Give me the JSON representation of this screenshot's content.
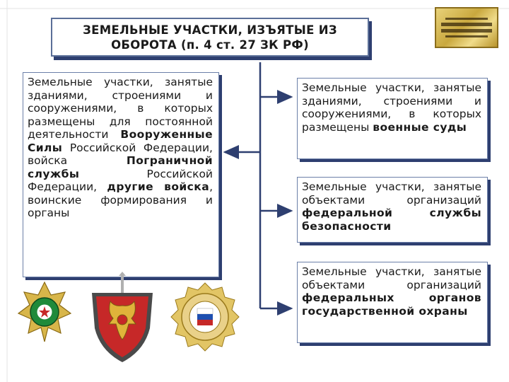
{
  "title": {
    "line1": "ЗЕМЕЛЬНЫЕ УЧАСТКИ, ИЗЪЯТЫЕ ИЗ",
    "line2": "ОБОРОТА (п. 4 ст. 27 ЗК РФ)"
  },
  "left_box": {
    "t1": "Земельные участки, занятые зданиями, строениями и сооружениями, в которых размещены для постоянной деятельности ",
    "b1": "Вооруженные Силы",
    "t2": " Российской Федерации, войска ",
    "b2": "Пограничной службы",
    "t3": " Российской Федерации, ",
    "b3": "другие войска",
    "t4": ", воинские формирования и органы"
  },
  "right_boxes": [
    {
      "text": "Земельные участки, занятые зданиями, строениями и сооружениями, в которых размещены ",
      "bold": "военные суды"
    },
    {
      "text": "Земельные участки, занятые объектами организаций ",
      "bold": "федеральной службы безопасности"
    },
    {
      "text": "Земельные участки, занятые объектами организаций ",
      "bold": "федеральных органов государственной охраны"
    }
  ],
  "colors": {
    "box_border": "#6b7fa8",
    "box_shadow": "#2e3f70",
    "connector": "#2e3f70",
    "plaque_gold": "#c9a83e"
  },
  "icons": [
    "court-plaque-image",
    "border-service-emblem",
    "fsb-emblem",
    "fso-emblem"
  ]
}
